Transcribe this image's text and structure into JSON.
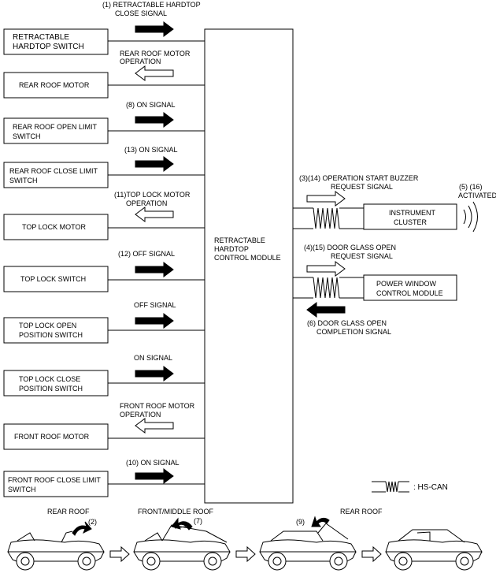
{
  "module": {
    "name_lines": [
      "RETRACTABLE",
      "HARDTOP",
      "CONTROL MODULE"
    ]
  },
  "inputs": [
    {
      "box_lines": [
        "RETRACTABLE",
        "HARDTOP SWITCH"
      ],
      "signal_lines": [
        "(1) RETRACTABLE HARDTOP",
        "CLOSE SIGNAL"
      ],
      "direction": "to-module"
    },
    {
      "box_lines": [
        "REAR ROOF MOTOR"
      ],
      "signal_lines": [
        "REAR ROOF MOTOR",
        "OPERATION"
      ],
      "direction": "from-module"
    },
    {
      "box_lines": [
        "REAR ROOF OPEN LIMIT",
        "SWITCH"
      ],
      "signal_lines": [
        "(8)  ON SIGNAL"
      ],
      "direction": "to-module"
    },
    {
      "box_lines": [
        "REAR ROOF CLOSE LIMIT",
        "SWITCH"
      ],
      "signal_lines": [
        "(13)  ON SIGNAL"
      ],
      "direction": "to-module"
    },
    {
      "box_lines": [
        "TOP LOCK MOTOR"
      ],
      "signal_lines": [
        "(11)TOP LOCK MOTOR",
        "OPERATION"
      ],
      "direction": "from-module"
    },
    {
      "box_lines": [
        "TOP LOCK SWITCH"
      ],
      "signal_lines": [
        "(12) OFF SIGNAL"
      ],
      "direction": "to-module"
    },
    {
      "box_lines": [
        "TOP LOCK OPEN",
        "POSITION SWITCH"
      ],
      "signal_lines": [
        "OFF SIGNAL"
      ],
      "direction": "to-module"
    },
    {
      "box_lines": [
        "TOP LOCK CLOSE",
        "POSITION SWITCH"
      ],
      "signal_lines": [
        "ON SIGNAL"
      ],
      "direction": "to-module"
    },
    {
      "box_lines": [
        "FRONT ROOF MOTOR"
      ],
      "signal_lines": [
        "FRONT ROOF MOTOR",
        "OPERATION"
      ],
      "direction": "from-module"
    },
    {
      "box_lines": [
        "FRONT ROOF CLOSE LIMIT",
        "SWITCH"
      ],
      "signal_lines": [
        "(10) ON SIGNAL"
      ],
      "direction": "to-module"
    }
  ],
  "outputs": {
    "instrument_cluster": {
      "box_lines": [
        "INSTRUMENT",
        "CLUSTER"
      ],
      "signal_lines": [
        "(3)(14)  OPERATION START BUZZER",
        "REQUEST SIGNAL"
      ],
      "status_lines": [
        "(5) (16)",
        "ACTIVATED"
      ]
    },
    "power_window": {
      "box_lines": [
        "POWER WINDOW",
        "CONTROL MODULE"
      ],
      "request_lines": [
        "(4)(15)  DOOR GLASS OPEN",
        "REQUEST SIGNAL"
      ],
      "completion_lines": [
        "(6) DOOR GLASS OPEN",
        "COMPLETION SIGNAL"
      ]
    }
  },
  "legend": {
    "label": ": HS-CAN"
  },
  "sequence": {
    "labels": [
      {
        "text": "REAR ROOF"
      },
      {
        "text": "(2)"
      },
      {
        "text": "FRONT/MIDDLE ROOF"
      },
      {
        "text": "(7)"
      },
      {
        "text": "(9)"
      },
      {
        "text": "REAR ROOF"
      }
    ]
  }
}
